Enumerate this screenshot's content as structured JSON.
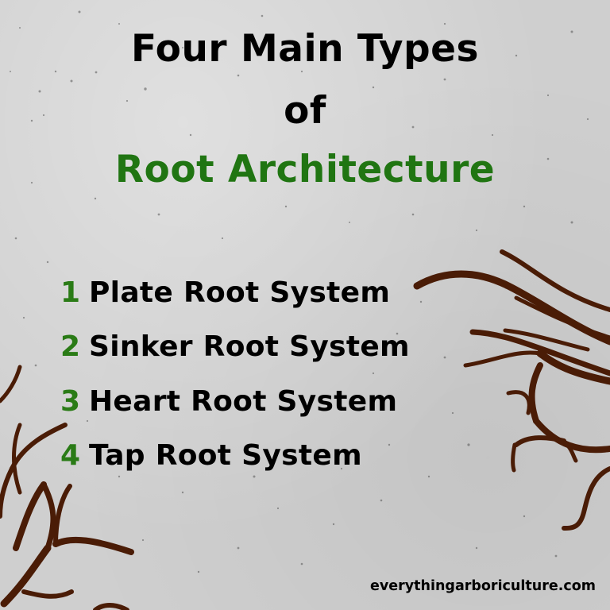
{
  "title": {
    "line1": "Four Main Types",
    "line2": "of",
    "line3": "Root Architecture"
  },
  "list": {
    "items": [
      {
        "number": "1",
        "label": "Plate Root System"
      },
      {
        "number": "2",
        "label": "Sinker Root System"
      },
      {
        "number": "3",
        "label": "Heart Root System"
      },
      {
        "number": "4",
        "label": "Tap Root System"
      }
    ]
  },
  "footer": {
    "website": "everythingarboriculture.com"
  },
  "colors": {
    "background": "#cfcfcf",
    "title_text": "#000000",
    "accent_green": "#207512",
    "root_brown": "#4a1c06"
  },
  "decorations": {
    "right_roots": "tree-roots-illustration",
    "left_roots": "tree-roots-illustration"
  }
}
